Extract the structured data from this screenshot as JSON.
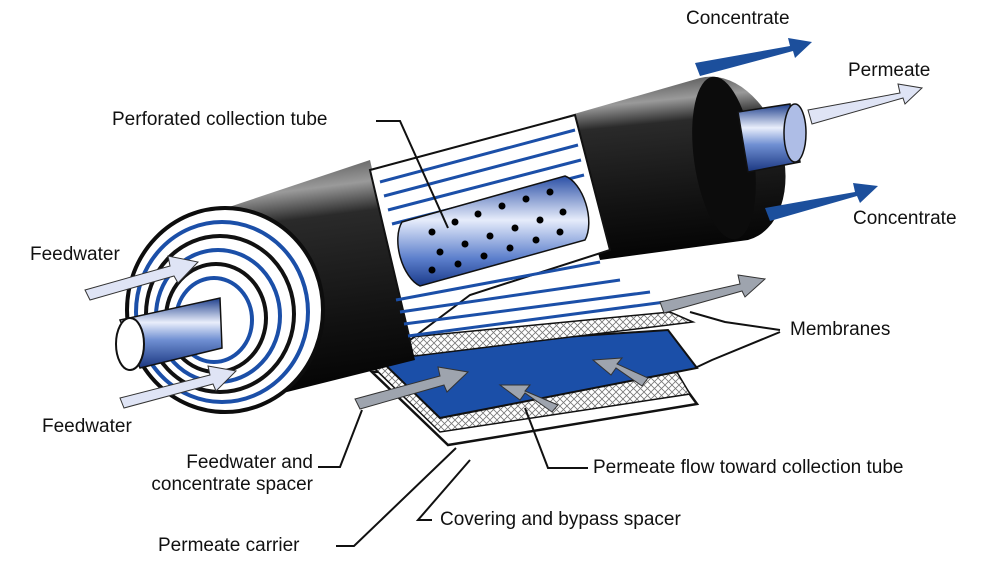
{
  "labels": {
    "concentrate_top": "Concentrate",
    "permeate": "Permeate",
    "concentrate_right": "Concentrate",
    "perforated_tube": "Perforated collection tube",
    "feedwater_top": "Feedwater",
    "feedwater_bottom": "Feedwater",
    "membranes": "Membranes",
    "feedwater_spacer_line1": "Feedwater and",
    "feedwater_spacer_line2": "concentrate spacer",
    "permeate_flow": "Permeate flow toward collection tube",
    "covering_spacer": "Covering and bypass spacer",
    "permeate_carrier": "Permeate carrier"
  },
  "colors": {
    "shell": "#161616",
    "membrane_blue": "#1b4fa8",
    "tube_light": "#c9d6f2",
    "arrow_light": "#dfe4f5",
    "arrow_gray": "#9ea4ae",
    "concentrate_arrow": "#1c4f9c"
  }
}
